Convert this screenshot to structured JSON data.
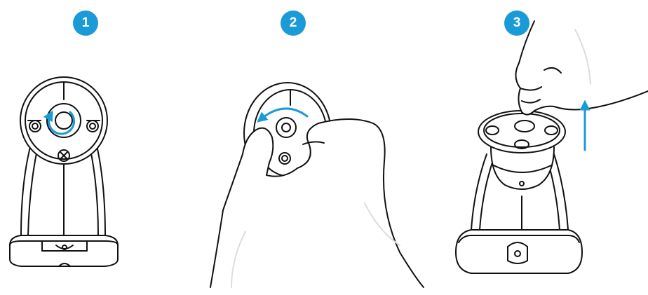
{
  "colors": {
    "accent": "#1a9ad6",
    "line": "#111111",
    "background": "#ffffff"
  },
  "steps": [
    {
      "number": "1",
      "icon": "bracket-rotate-arrow-icon"
    },
    {
      "number": "2",
      "icon": "hand-rotate-mount-icon"
    },
    {
      "number": "3",
      "icon": "hand-lift-screw-up-arrow-icon"
    }
  ]
}
